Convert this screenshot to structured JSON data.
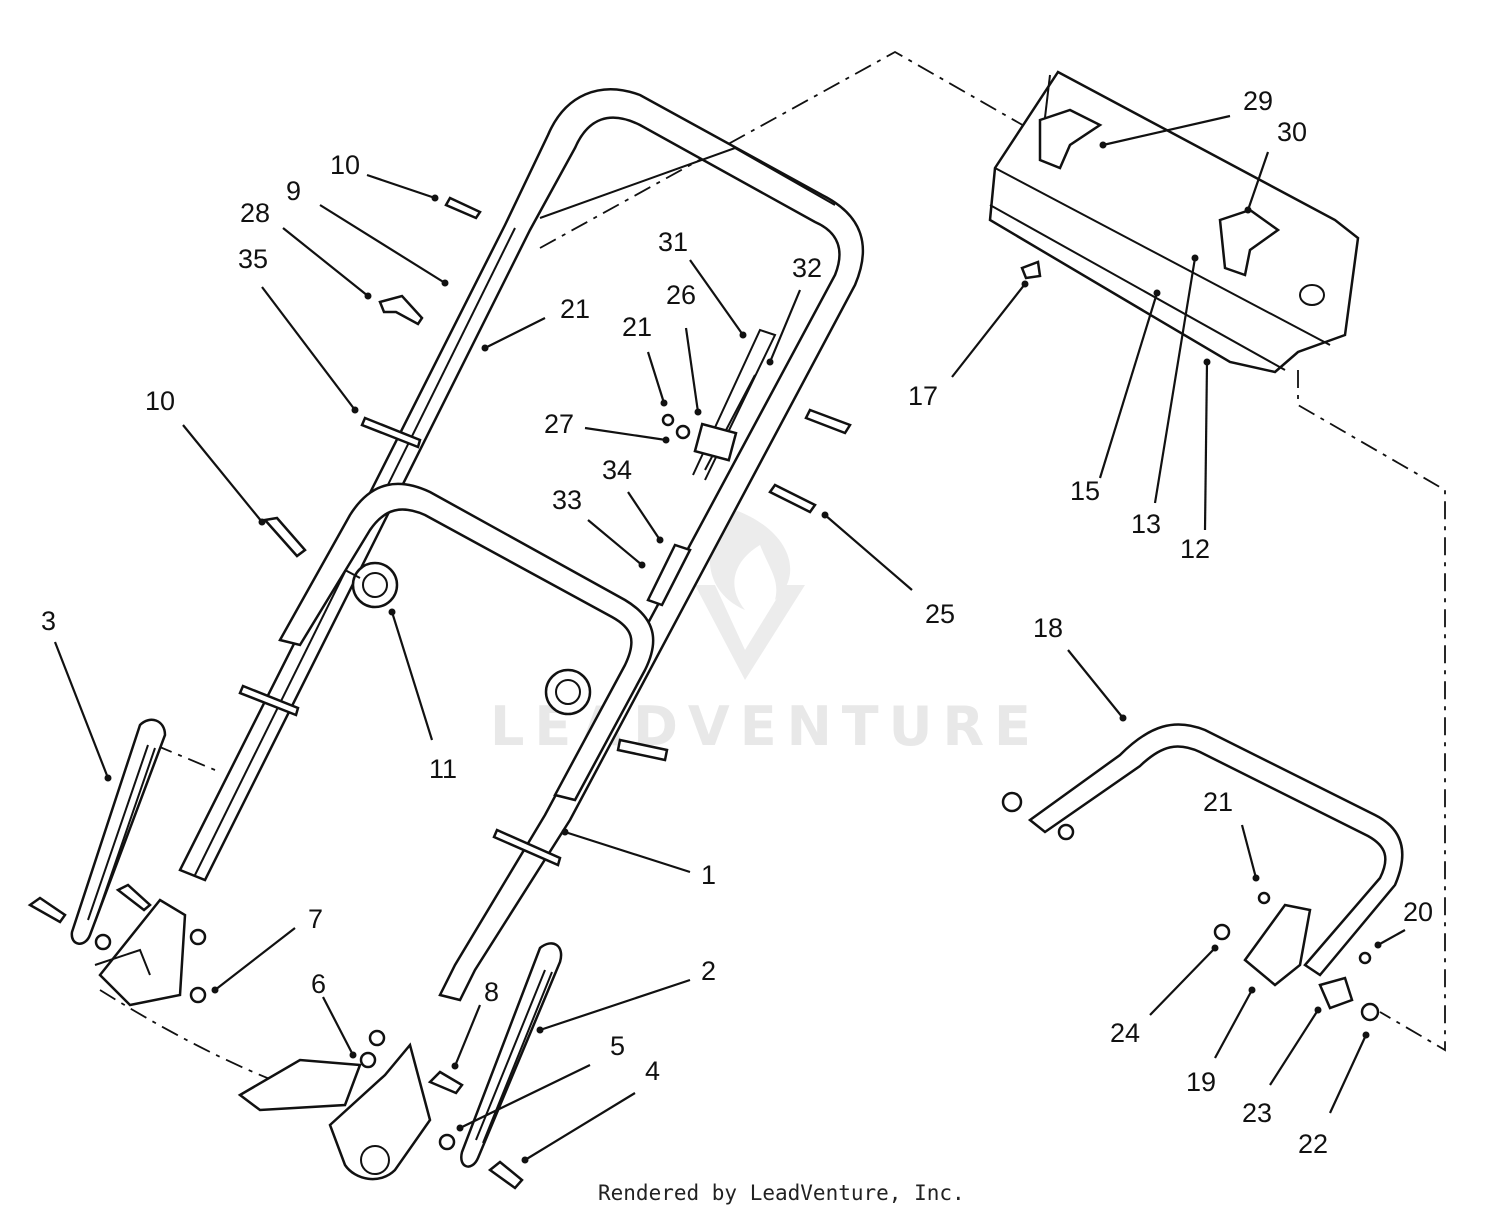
{
  "diagram": {
    "watermark_text": "LEADVENTURE",
    "footer_text": "Rendered by LeadVenture, Inc.",
    "callouts": {
      "c1": "1",
      "c2": "2",
      "c3": "3",
      "c4": "4",
      "c5": "5",
      "c6": "6",
      "c7": "7",
      "c8": "8",
      "c9": "9",
      "c10a": "10",
      "c10b": "10",
      "c11": "11",
      "c12": "12",
      "c13": "13",
      "c15": "15",
      "c17": "17",
      "c18": "18",
      "c19": "19",
      "c20": "20",
      "c21a": "21",
      "c21b": "21",
      "c21c": "21",
      "c22": "22",
      "c23": "23",
      "c24": "24",
      "c25": "25",
      "c26": "26",
      "c27": "27",
      "c28": "28",
      "c29": "29",
      "c30": "30",
      "c31": "31",
      "c32": "32",
      "c33": "33",
      "c34": "34",
      "c35": "35"
    }
  }
}
